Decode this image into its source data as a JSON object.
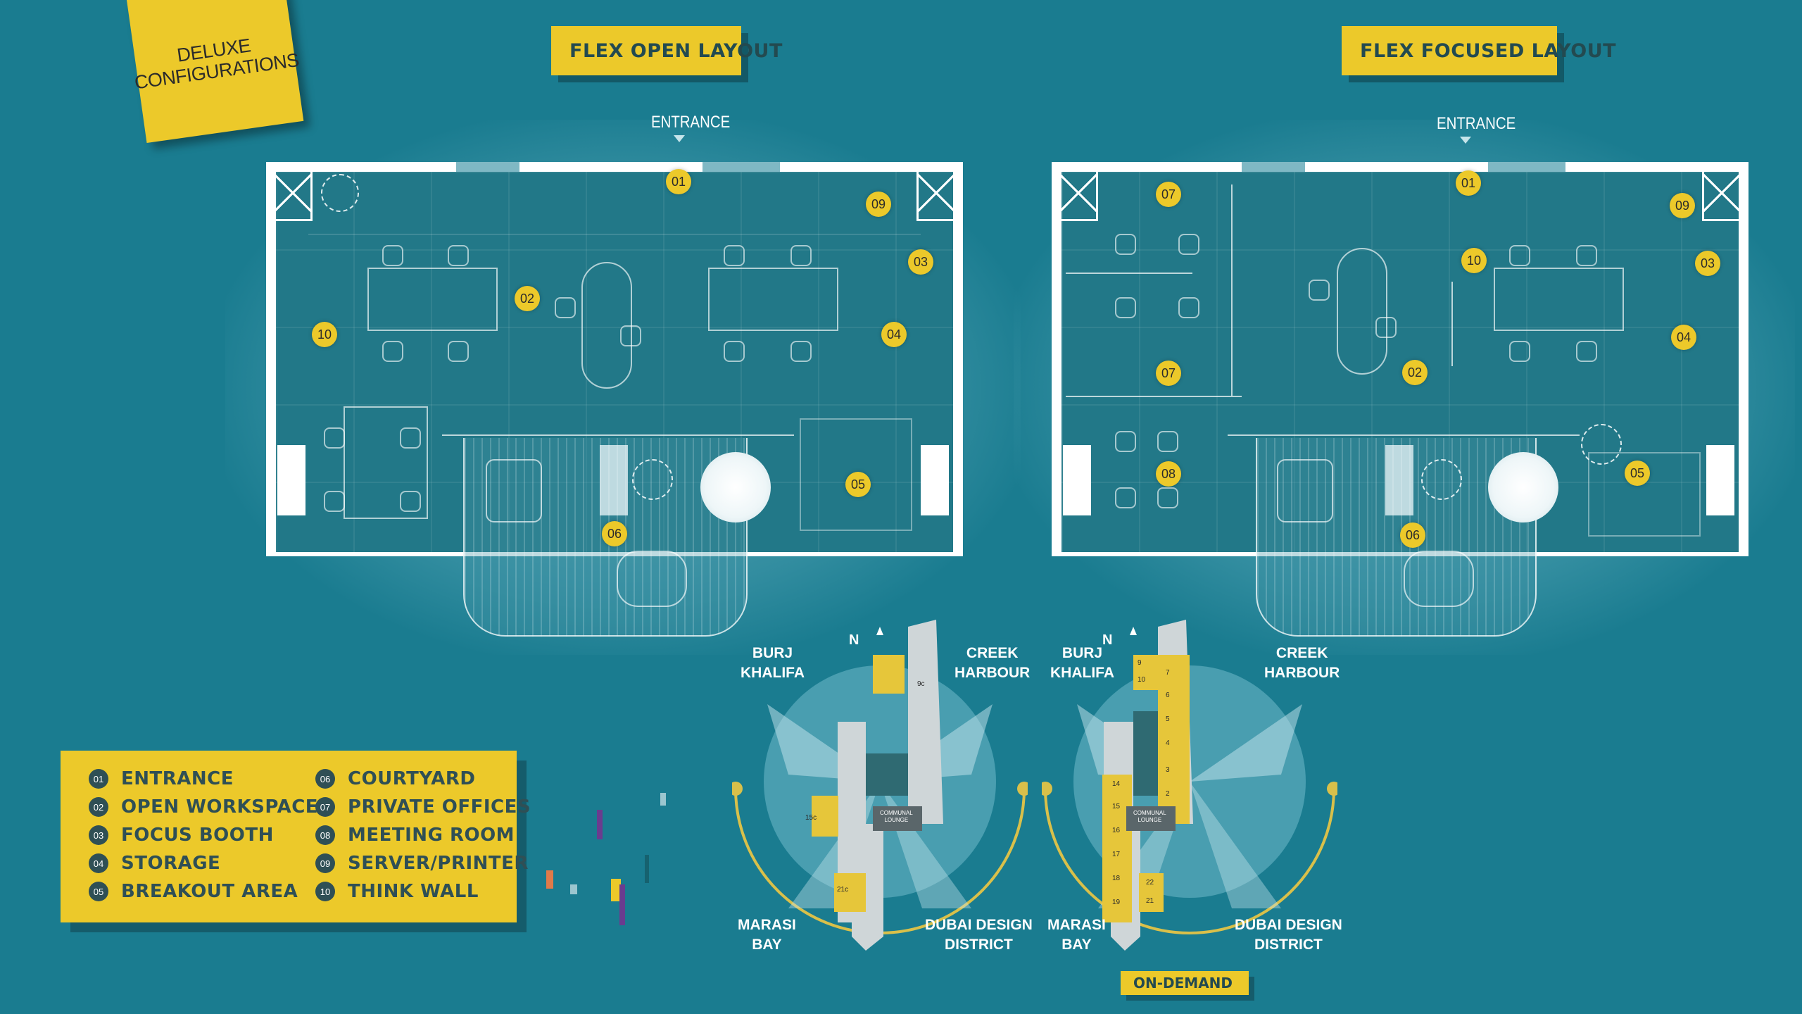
{
  "sticky_note": {
    "line1": "DELUXE",
    "line2": "CONFIGURATIONS"
  },
  "plans": [
    {
      "title": "FLEX OPEN LAYOUT",
      "entrance": "ENTRANCE",
      "markers": [
        "01",
        "02",
        "03",
        "04",
        "05",
        "06",
        "09",
        "10"
      ]
    },
    {
      "title": "FLEX FOCUSED LAYOUT",
      "entrance": "ENTRANCE",
      "markers": [
        "01",
        "02",
        "03",
        "04",
        "05",
        "06",
        "07",
        "07",
        "08",
        "09",
        "10"
      ]
    }
  ],
  "legend": [
    {
      "num": "01",
      "label": "ENTRANCE"
    },
    {
      "num": "02",
      "label": "OPEN WORKSPACE"
    },
    {
      "num": "03",
      "label": "FOCUS BOOTH"
    },
    {
      "num": "04",
      "label": "STORAGE"
    },
    {
      "num": "05",
      "label": "BREAKOUT AREA"
    },
    {
      "num": "06",
      "label": "COURTYARD"
    },
    {
      "num": "07",
      "label": "PRIVATE OFFICES"
    },
    {
      "num": "08",
      "label": "MEETING ROOM"
    },
    {
      "num": "09",
      "label": "SERVER/PRINTER"
    },
    {
      "num": "10",
      "label": "THINK WALL"
    }
  ],
  "site_plans": [
    {
      "north": "N",
      "directions": {
        "burj": [
          "BURJ",
          "KHALIFA"
        ],
        "creek": [
          "CREEK",
          "HARBOUR"
        ],
        "marasi": [
          "MARASI",
          "BAY"
        ],
        "dubai": [
          "DUBAI DESIGN",
          "DISTRICT"
        ]
      },
      "lounge": [
        "COMMUNAL",
        "LOUNGE"
      ],
      "units": [
        "9c",
        "15c",
        "21c"
      ]
    },
    {
      "north": "N",
      "directions": {
        "burj": [
          "BURJ",
          "KHALIFA"
        ],
        "creek": [
          "CREEK",
          "HARBOUR"
        ],
        "marasi": [
          "MARASI",
          "BAY"
        ],
        "dubai": [
          "DUBAI DESIGN",
          "DISTRICT"
        ]
      },
      "lounge": [
        "COMMUNAL",
        "LOUNGE"
      ],
      "units": [
        "9",
        "10",
        "7",
        "6",
        "5",
        "4",
        "3",
        "2",
        "14",
        "15",
        "16",
        "17",
        "18",
        "19",
        "22",
        "21"
      ],
      "badge": "ON-DEMAND"
    }
  ],
  "colors": {
    "background": "#1a7c90",
    "accent": "#ecc92a",
    "ink": "#2f4f55"
  }
}
